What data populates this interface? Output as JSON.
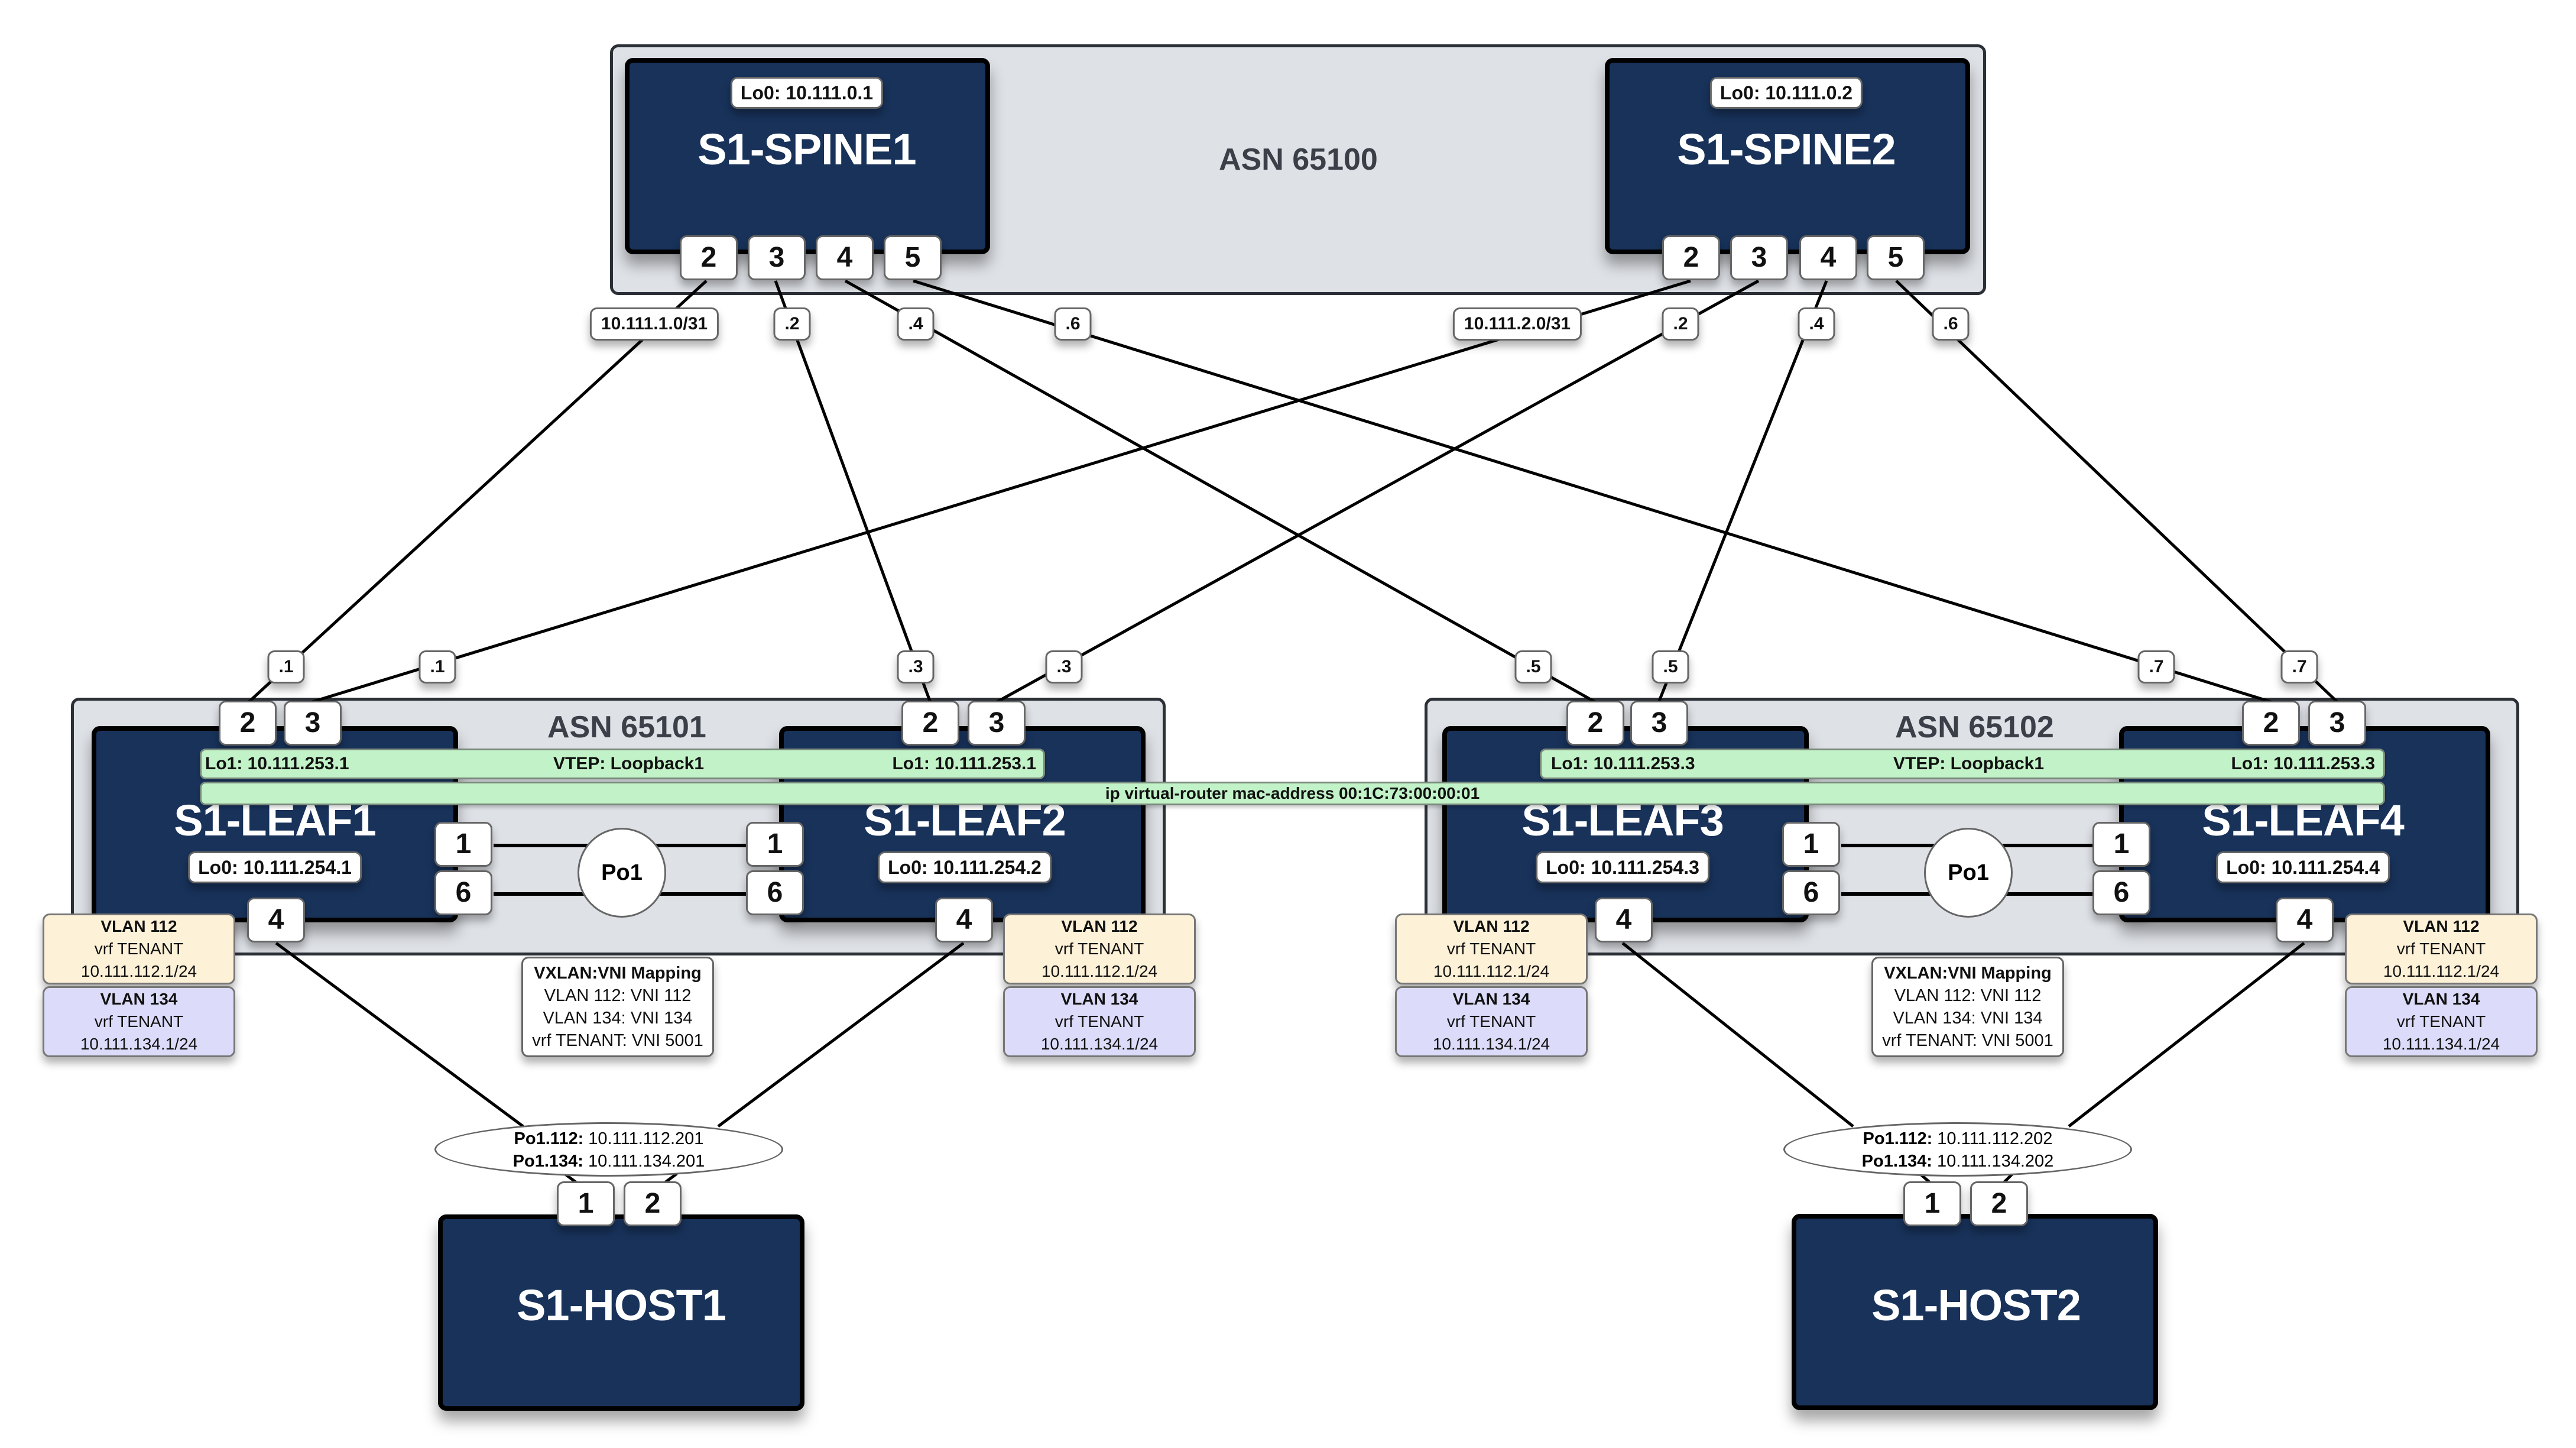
{
  "colors": {
    "device_fill": "#18325a",
    "asn_fill": "#dee1e6",
    "vtep_green": "#c2f2c8",
    "vlan112_fill": "#fdf1d8",
    "vlan134_fill": "#dcdcfa",
    "link": "#000000"
  },
  "spine_asn": {
    "label": "ASN 65100"
  },
  "spines": [
    {
      "name": "S1-SPINE1",
      "lo0": "Lo0: 10.111.0.1",
      "ports": [
        "2",
        "3",
        "4",
        "5"
      ]
    },
    {
      "name": "S1-SPINE2",
      "lo0": "Lo0: 10.111.0.2",
      "ports": [
        "2",
        "3",
        "4",
        "5"
      ]
    }
  ],
  "spine_link_labels": [
    [
      "10.111.1.0/31",
      ".2",
      ".4",
      ".6"
    ],
    [
      "10.111.2.0/31",
      ".2",
      ".4",
      ".6"
    ]
  ],
  "leaf_link_labels": [
    [
      ".1",
      ".1"
    ],
    [
      ".3",
      ".3"
    ],
    [
      ".5",
      ".5"
    ],
    [
      ".7",
      ".7"
    ]
  ],
  "leaf_pairs": [
    {
      "asn": "ASN 65101",
      "vtep": "VTEP: Loopback1",
      "leaves": [
        {
          "name": "S1-LEAF1",
          "lo0": "Lo0: 10.111.254.1",
          "lo1": "Lo1: 10.111.253.1",
          "uplinks": [
            "2",
            "3"
          ],
          "mlag": [
            "1",
            "6"
          ],
          "host_port": "4"
        },
        {
          "name": "S1-LEAF2",
          "lo0": "Lo0: 10.111.254.2",
          "lo1": "Lo1: 10.111.253.1",
          "uplinks": [
            "2",
            "3"
          ],
          "mlag": [
            "1",
            "6"
          ],
          "host_port": "4"
        }
      ],
      "po": "Po1",
      "vni_mapping": {
        "title": "VXLAN:VNI Mapping",
        "lines": [
          "VLAN 112: VNI 112",
          "VLAN 134: VNI 134",
          "vrf TENANT: VNI 5001"
        ]
      }
    },
    {
      "asn": "ASN 65102",
      "vtep": "VTEP: Loopback1",
      "leaves": [
        {
          "name": "S1-LEAF3",
          "lo0": "Lo0: 10.111.254.3",
          "lo1": "Lo1: 10.111.253.3",
          "uplinks": [
            "2",
            "3"
          ],
          "mlag": [
            "1",
            "6"
          ],
          "host_port": "4"
        },
        {
          "name": "S1-LEAF4",
          "lo0": "Lo0: 10.111.254.4",
          "lo1": "Lo1: 10.111.253.3",
          "uplinks": [
            "2",
            "3"
          ],
          "mlag": [
            "1",
            "6"
          ],
          "host_port": "4"
        }
      ],
      "po": "Po1",
      "vni_mapping": {
        "title": "VXLAN:VNI Mapping",
        "lines": [
          "VLAN 112: VNI 112",
          "VLAN 134: VNI 134",
          "vrf TENANT: VNI 5001"
        ]
      }
    }
  ],
  "virtual_mac": "ip virtual-router mac-address 00:1C:73:00:00:01",
  "vlans": [
    {
      "title": "VLAN 112",
      "vrf": "vrf TENANT",
      "ip": "10.111.112.1/24"
    },
    {
      "title": "VLAN 134",
      "vrf": "vrf TENANT",
      "ip": "10.111.134.1/24"
    }
  ],
  "hosts": [
    {
      "name": "S1-HOST1",
      "ports": [
        "1",
        "2"
      ],
      "ips": [
        {
          "if": "Po1.112:",
          "ip": "10.111.112.201"
        },
        {
          "if": "Po1.134:",
          "ip": "10.111.134.201"
        }
      ]
    },
    {
      "name": "S1-HOST2",
      "ports": [
        "1",
        "2"
      ],
      "ips": [
        {
          "if": "Po1.112:",
          "ip": "10.111.112.202"
        },
        {
          "if": "Po1.134:",
          "ip": "10.111.134.202"
        }
      ]
    }
  ]
}
